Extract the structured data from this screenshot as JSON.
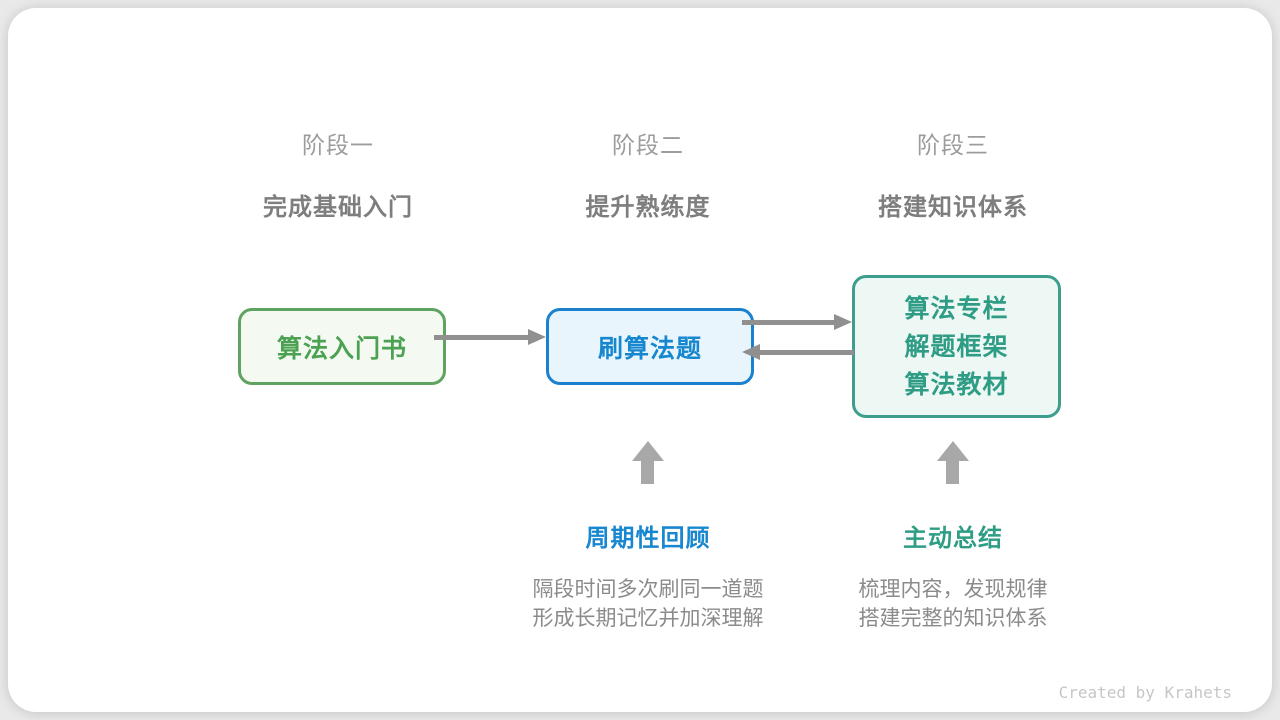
{
  "stages": [
    {
      "label": "阶段一",
      "title": "完成基础入门"
    },
    {
      "label": "阶段二",
      "title": "提升熟练度"
    },
    {
      "label": "阶段三",
      "title": "搭建知识体系"
    }
  ],
  "nodes": {
    "intro_book": {
      "label": "算法入门书"
    },
    "practice": {
      "label": "刷算法题"
    },
    "resources": {
      "lines": [
        "算法专栏",
        "解题框架",
        "算法教材"
      ]
    }
  },
  "annotations": [
    {
      "heading": "周期性回顾",
      "lines": [
        "隔段时间多次刷同一道题",
        "形成长期记忆并加深理解"
      ]
    },
    {
      "heading": "主动总结",
      "lines": [
        "梳理内容，发现规律",
        "搭建完整的知识体系"
      ]
    }
  ],
  "credit": "Created by Krahets",
  "colors": {
    "green_border": "#5fa360",
    "green_text": "#4ca252",
    "blue_border": "#1b80cd",
    "blue_text": "#1787cf",
    "teal_border": "#3d9e8e",
    "teal_text": "#2f9c85",
    "arrow_gray": "#909090",
    "up_arrow_gray": "#a8a8a8",
    "header_gray": "#7e7e7e",
    "body_gray": "#8b8b8b"
  }
}
